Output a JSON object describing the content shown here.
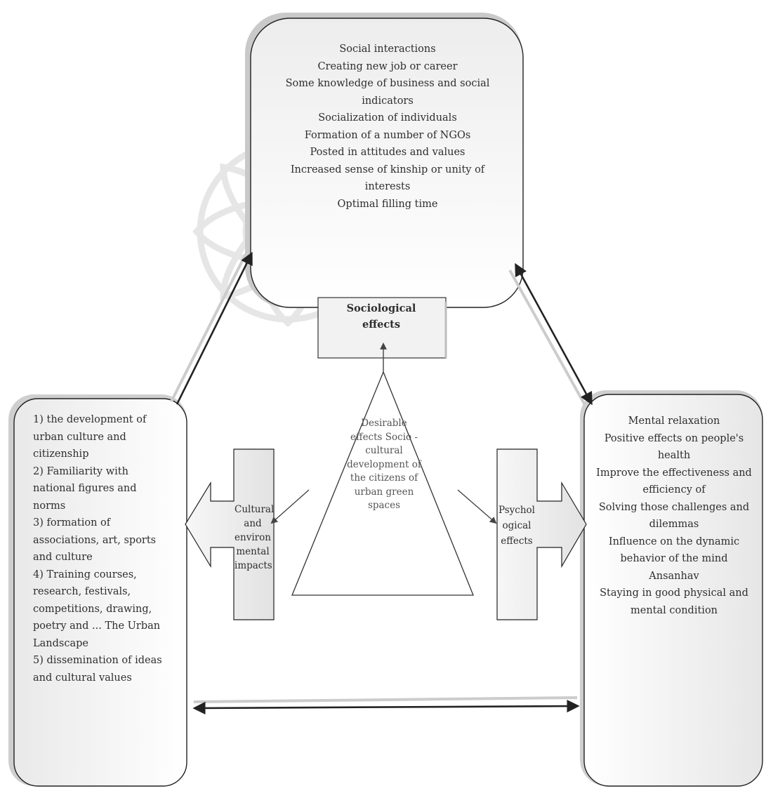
{
  "top_box": {
    "lines": [
      "Social interactions",
      "Creating new job or career",
      "Some knowledge of business and social indicators",
      "Socialization of individuals",
      "Formation of a number of NGOs",
      "Posted in attitudes and values",
      "Increased sense of kinship or unity of interests",
      "Optimal filling time"
    ]
  },
  "sociological_label": "Sociological effects",
  "triangle_label": "Desirable effects Socio - cultural development of the citizens of urban green spaces",
  "left_box": {
    "lines": [
      "1) the development of urban culture and citizenship",
      "2) Familiarity with national figures and norms",
      "3) formation of associations, art, sports and culture",
      "4) Training courses, research, festivals, competitions, drawing, poetry and ... The Urban Landscape",
      "5) dissemination of ideas and cultural values"
    ]
  },
  "right_box": {
    "lines": [
      "Mental relaxation",
      "Positive effects on people's health",
      "Improve the effectiveness and efficiency of",
      "Solving those challenges and dilemmas",
      "Influence on the dynamic behavior of the mind",
      "Ansanhav",
      "Staying in good physical and mental condition"
    ]
  },
  "cultural_label": "Cultural and environ mental impacts",
  "psychological_label": "Psychol ogical effects"
}
